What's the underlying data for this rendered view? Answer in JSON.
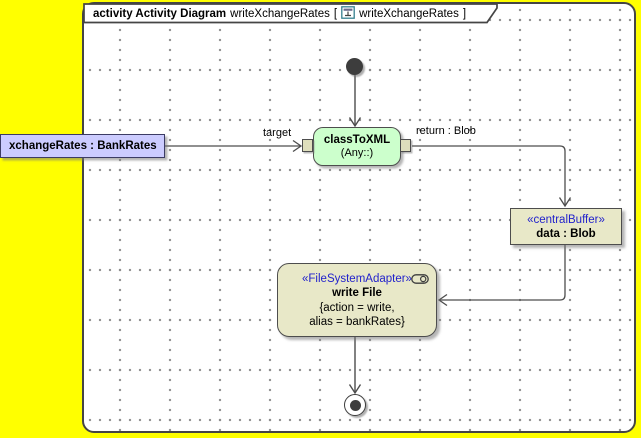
{
  "title": {
    "heading": "activity Activity Diagram",
    "name": "writeXchangeRates",
    "open_bracket": "[",
    "ref_name": "writeXchangeRates",
    "close_bracket": "]"
  },
  "nodes": {
    "parameter": {
      "label": "xchangeRates : BankRates"
    },
    "classToXML": {
      "name": "classToXML",
      "behavior": "(Any::)"
    },
    "centralBuffer": {
      "stereotype": "«centralBuffer»",
      "label": "data : Blob"
    },
    "writeFile": {
      "stereotype": "«FileSystemAdapter»",
      "name": "write File",
      "properties_line1": "{action = write,",
      "properties_line2": "alias = bankRates}"
    }
  },
  "edge_labels": {
    "target": "target",
    "return": "return : Blob"
  },
  "icons": {
    "header_icon": "activity-diagram-icon",
    "write_file_icon": "call-behavior-icon"
  },
  "colors": {
    "canvas_background": "#ffff00",
    "frame_background": "#ffffff",
    "frame_border": "#454545",
    "action_fill": "#ccffcc",
    "object_node_fill": "#ccccff",
    "buffer_fill": "#e8e8c8",
    "pin_fill": "#dedebc",
    "stereotype_text": "#2222cc",
    "edge_stroke": "#4d4d4d",
    "grid_dot": "#8c8c8c"
  }
}
